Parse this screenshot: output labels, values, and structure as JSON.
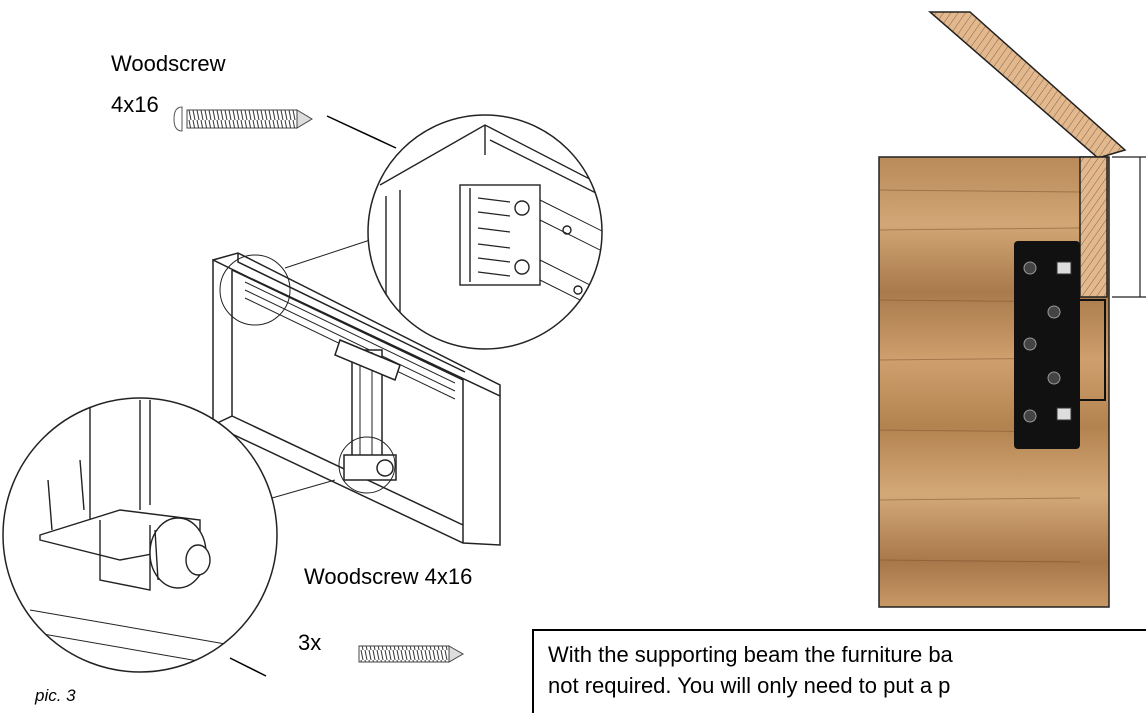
{
  "labels": {
    "screw_top_name": "Woodscrew",
    "screw_top_size": "4x16",
    "screw_bottom": "Woodscrew 4x16",
    "quantity": "3x",
    "caption": "pic. 3"
  },
  "note": {
    "line1": "With the supporting beam the furniture ba",
    "line2": "not required. You will only need to put a p"
  },
  "colors": {
    "wood_light": "#c89b6a",
    "wood_dark": "#8e5f37",
    "bracket": "#111111",
    "line": "#000000"
  }
}
